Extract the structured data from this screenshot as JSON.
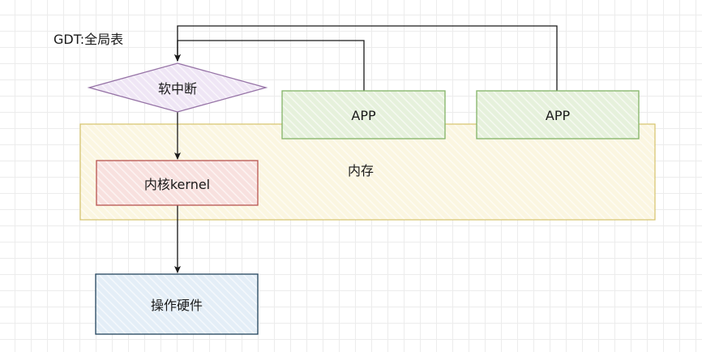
{
  "diagram": {
    "title": "GDT:全局表",
    "nodes": {
      "soft_interrupt": "软中断",
      "app_1": "APP",
      "app_2": "APP",
      "memory": "内存",
      "kernel": "内核kernel",
      "hardware": "操作硬件"
    },
    "colors": {
      "diamond_stroke": "#9673a6",
      "diamond_fill": "#efe6f5",
      "app_stroke": "#82b366",
      "app_fill": "#e6f1dc",
      "memory_stroke": "#d6c36b",
      "memory_fill": "#fbf6e1",
      "kernel_stroke": "#b85450",
      "kernel_fill": "#f8e1df",
      "hardware_stroke": "#23445d",
      "hardware_fill": "#e4eef7",
      "edge": "#1a1a1a"
    }
  }
}
